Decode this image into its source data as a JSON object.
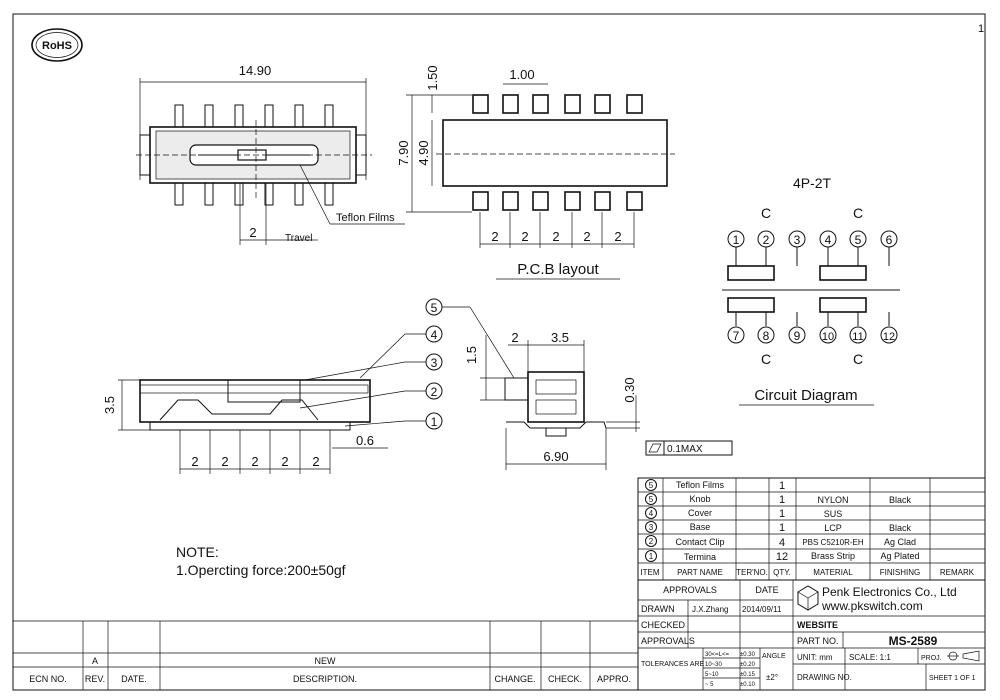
{
  "page_number": "1",
  "rohs": "RoHS",
  "top_view": {
    "width": "14.90",
    "travel_label": "Travel",
    "travel": "2",
    "teflon": "Teflon Films"
  },
  "pcb": {
    "pad": "1.50",
    "pitch": "1.00",
    "outer": "7.90",
    "inner": "4.90",
    "spacing": [
      "2",
      "2",
      "2",
      "2",
      "2"
    ],
    "title": "P.C.B layout"
  },
  "circuit": {
    "type": "4P-2T",
    "top": [
      "1",
      "2",
      "3",
      "4",
      "5",
      "6"
    ],
    "bottom": [
      "7",
      "8",
      "9",
      "10",
      "11",
      "12"
    ],
    "c": "C",
    "title": "Circuit Diagram"
  },
  "side_view": {
    "height": "3.5",
    "spacing": [
      "2",
      "2",
      "2",
      "2",
      "2"
    ],
    "lead": "0.6",
    "callouts": [
      "5",
      "4",
      "3",
      "2",
      "1"
    ]
  },
  "end_view": {
    "a": "2",
    "b": "3.5",
    "c": "1.5",
    "d": "0.30",
    "width": "6.90",
    "flatness": "0.1MAX"
  },
  "note": {
    "title": "NOTE:",
    "line1": "1.Opercting force:200±50gf"
  },
  "bom": {
    "rows": [
      {
        "item": "5",
        "part": "Teflon Films",
        "qty": "1",
        "material": "",
        "finishing": ""
      },
      {
        "item": "5",
        "part": "Knob",
        "qty": "1",
        "material": "NYLON",
        "finishing": "Black"
      },
      {
        "item": "4",
        "part": "Cover",
        "qty": "1",
        "material": "SUS",
        "finishing": ""
      },
      {
        "item": "3",
        "part": "Base",
        "qty": "1",
        "material": "LCP",
        "finishing": "Black"
      },
      {
        "item": "2",
        "part": "Contact Clip",
        "qty": "4",
        "material": "PBS C5210R-EH",
        "finishing": "Ag Clad"
      },
      {
        "item": "1",
        "part": "Termina",
        "qty": "12",
        "material": "Brass Strip",
        "finishing": "Ag Plated"
      }
    ],
    "headers": {
      "item": "ITEM",
      "part": "PART NAME",
      "terno": "TER'NO.",
      "qty": "QTY.",
      "material": "MATERIAL",
      "finishing": "FINISHING",
      "remark": "REMARK"
    }
  },
  "title_block": {
    "approvals": "APPROVALS",
    "date": "DATE",
    "drawn": "DRAWN",
    "drawn_by": "J.X.Zhang",
    "drawn_date": "2014/09/11",
    "checked": "CHECKED",
    "approvals2": "APPROVALS",
    "company": "Penk Electronics Co., Ltd",
    "website_url": "www.pkswitch.com",
    "website": "WEBSITE",
    "part_no": "PART NO.",
    "part_no_value": "MS-2589",
    "tolerances": "TOLERANCES ARE",
    "tol": [
      [
        "30<=L<=",
        "±0.30"
      ],
      [
        "10~30",
        "±0.20"
      ],
      [
        "5~10",
        "±0.15"
      ],
      [
        "~ 5",
        "±0.10"
      ]
    ],
    "angle": "ANGLE",
    "angle_val": "±2°",
    "unit": "UNIT: mm",
    "scale": "SCALE: 1:1",
    "proj": "PROJ.",
    "drawing_no": "DRAWING NO.",
    "sheet": "SHEET 1 OF 1"
  },
  "revision": {
    "rev": "A",
    "desc": "NEW",
    "headers": {
      "ecn": "ECN NO.",
      "rev": "REV.",
      "date": "DATE.",
      "desc": "DESCRIPTION.",
      "change": "CHANGE.",
      "check": "CHECK.",
      "appro": "APPRO."
    }
  }
}
